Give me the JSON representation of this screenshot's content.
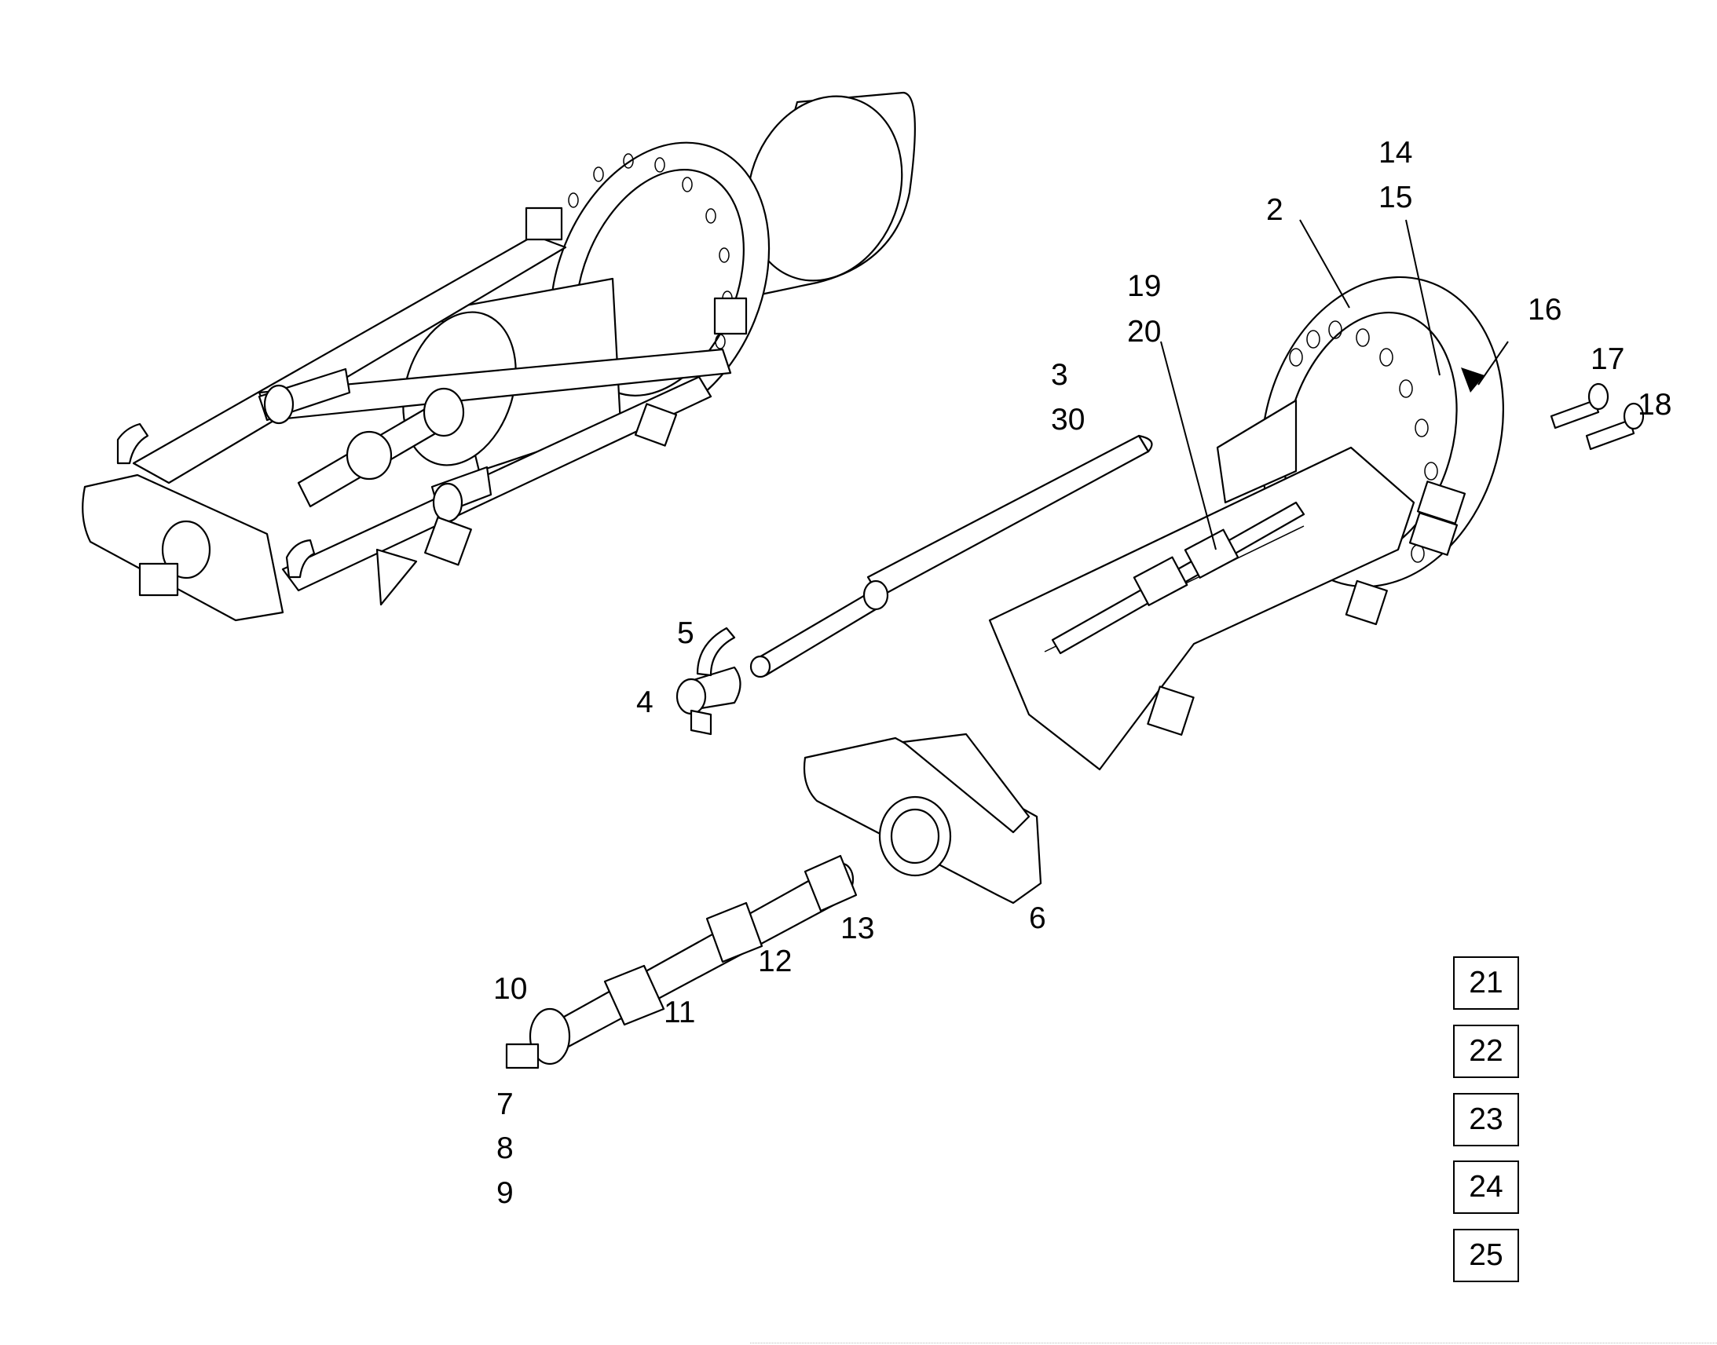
{
  "callouts": {
    "c2": "2",
    "c3": "3",
    "c30": "30",
    "c4": "4",
    "c5": "5",
    "c6": "6",
    "c7": "7",
    "c8": "8",
    "c9": "9",
    "c10": "10",
    "c11": "11",
    "c12": "12",
    "c13": "13",
    "c14": "14",
    "c15": "15",
    "c16": "16",
    "c17": "17",
    "c18": "18",
    "c19": "19",
    "c20": "20"
  },
  "boxed_refs": [
    "21",
    "22",
    "23",
    "24",
    "25"
  ]
}
